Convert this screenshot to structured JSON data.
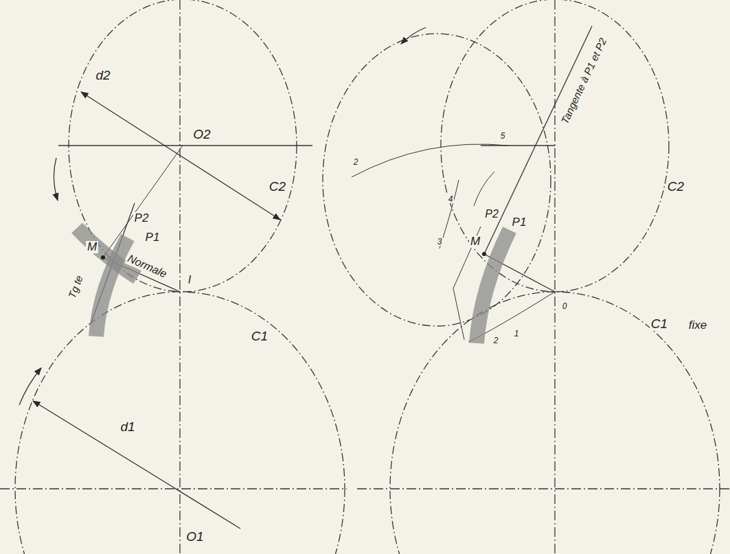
{
  "diagram": {
    "labels": [
      "d2",
      "O2",
      "P2",
      "P1",
      "M",
      "Normale",
      "Tg te",
      "C2",
      "I",
      "C1",
      "d1",
      "O1",
      "Tangente à P1 et P2",
      "P2",
      "M",
      "P1",
      "C2",
      "C1",
      "fixe",
      "2",
      "4",
      "5",
      "3",
      "2",
      "1",
      "0"
    ]
  }
}
